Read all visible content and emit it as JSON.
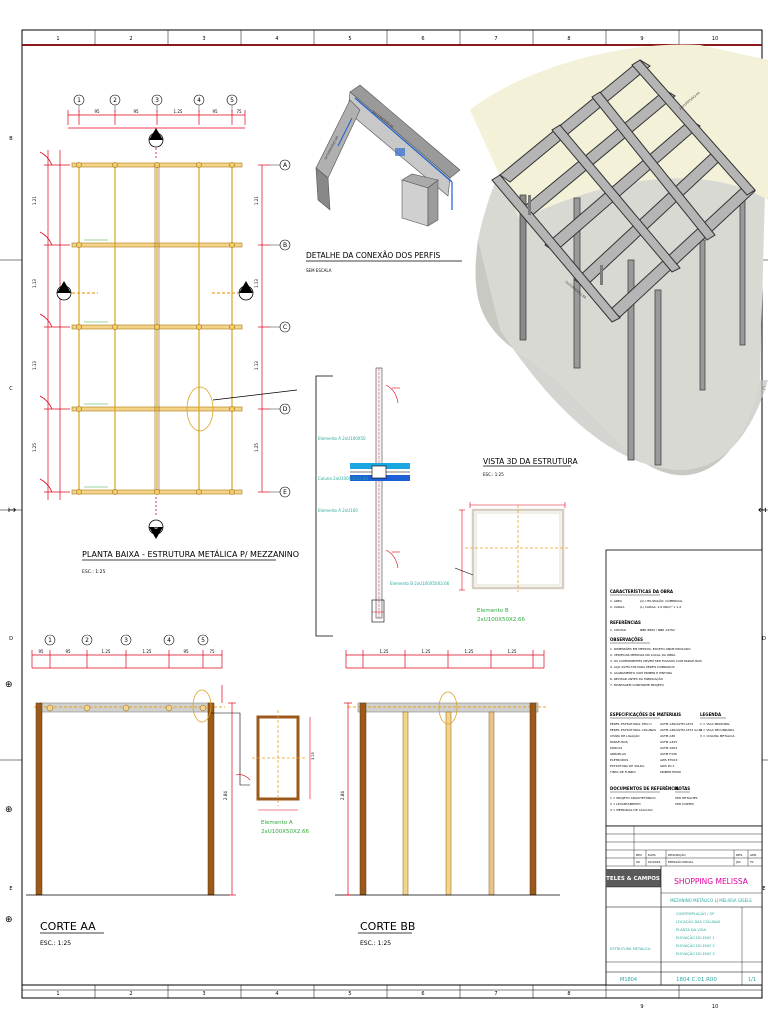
{
  "border_numbers_top": [
    "1",
    "2",
    "3",
    "4",
    "5",
    "6",
    "7",
    "8",
    "9",
    "10"
  ],
  "border_numbers_bottom": [
    "1",
    "2",
    "3",
    "4",
    "5",
    "6",
    "7",
    "8",
    "9",
    "10"
  ],
  "border_letters_side": [
    "B",
    "C",
    "D",
    "E"
  ],
  "plan": {
    "title": "PLANTA BAIXA - ESTRUTURA METÁLICA P/ MEZZANINO",
    "scale": "ESC.: 1:25",
    "column_labels": [
      "1",
      "2",
      "3",
      "4",
      "5"
    ],
    "row_labels": [
      "A",
      "B",
      "C",
      "D",
      "E"
    ],
    "span_labels": [
      "95",
      "95",
      "1.25",
      "95",
      "75"
    ],
    "side_labels": [
      "1.21",
      "1.13",
      "1.13",
      "1.25"
    ],
    "section_mark": "B",
    "cut_mark": "A"
  },
  "detail": {
    "title": "DETALHE DA CONEXÃO DOS PERFIS",
    "scale": "SEM ESCALA",
    "beam_a_label": "2xU100X50X2.66",
    "beam_b_label": "2xU100X50X2.66"
  },
  "view3d": {
    "title": "VISTA 3D DA ESTRUTURA",
    "scale": "ESC.: 1:25"
  },
  "joint_detail": {
    "label_top": "Elemento A 2xU100X50",
    "label_mid": "Coluna 2xU100X50X2.66",
    "label_bot": "Elemento A 2xU100",
    "label_right": "Elemento B 2xU100X50X2.66"
  },
  "beam_section": {
    "label": "Elemento B",
    "spec": "2xU100X50X2.66"
  },
  "section_aa": {
    "title": "CORTE AA",
    "scale": "ESC.: 1:25",
    "col_labels": [
      "1",
      "2",
      "3",
      "4",
      "5"
    ],
    "span_labels": [
      "95",
      "95",
      "1.25",
      "1.25",
      "95",
      "75"
    ],
    "height_label": "2.84",
    "inner_height": "3.25",
    "beam_label": "Elemento A",
    "beam_spec": "2xU100X50X2.66"
  },
  "section_bb": {
    "title": "CORTE BB",
    "scale": "ESC.: 1:25",
    "span_labels": [
      "1.25",
      "1.25",
      "1.25",
      "1.25"
    ],
    "height_label": "2.84"
  },
  "notes": {
    "heading1": "CARACTERÍSTICAS DA OBRA",
    "lines1": [
      "1. ÁREA",
      "2. CARGA"
    ],
    "values1": [
      "(A) UTILIZAÇÃO: COMERCIAL",
      "(L) CARGA: 1,0 KN/m² x 1.4"
    ],
    "heading2": "REFERÊNCIAS",
    "lines2": [
      "1. CÓDIGO",
      "NBR 8800 / NBR 14762"
    ],
    "heading3": "OBSERVAÇÕES",
    "obs": [
      "1. DIMENSÕES EM METROS, EXCETO ONDE INDICADO",
      "2. VERIFICAR MEDIDAS NO LOCAL DA OBRA",
      "3. OS COMPONENTES DEVEM SER FIXADOS COM PARAFUSOS",
      "4. AÇO ASTM A36 PARA PERFIS DOBRADOS",
      "5. ACABAMENTO COM PRIMER E PINTURA",
      "6. REVISAR ANTES DA FABRICAÇÃO",
      "7. MONTAGEM CONFORME PROJETO"
    ],
    "heading4": "ESPECIFICAÇÕES DE MATERIAIS",
    "spec_rows": [
      [
        "PERFIL ESTRUTURAL TIPO U",
        "ASTM A36/ASTM A572"
      ],
      [
        "PERFIL ESTRUTURAL COLUNAS",
        "ASTM A36/ASTM A572 Gr.50"
      ],
      [
        "CHAPA DE LIGAÇÃO",
        "ASTM A36"
      ],
      [
        "PARAFUSOS",
        "ASTM A325"
      ],
      [
        "PORCAS",
        "ASTM A563"
      ],
      [
        "ARRUELAS",
        "ASTM F436"
      ],
      [
        "ELETRODOS",
        "AWS E70XX"
      ],
      [
        "ESTRUTURA DE SOLDA",
        "AWS D1.1"
      ],
      [
        "TINTA DE FUNDO",
        "PRIMER EPÓXI"
      ]
    ],
    "heading5": "LEGENDA",
    "legend": [
      "1 = VIGA PRINCIPAL",
      "2 = VIGA SECUNDÁRIA",
      "3 = COLUNA METÁLICA"
    ],
    "heading6": "DOCUMENTOS DE REFERÊNCIA",
    "docs": [
      "1 = PROJETO ARQUITETÔNICO",
      "2 = LEVANTAMENTO",
      "3 = MEMORIAL DE CÁLCULO"
    ],
    "heading7": "NOTAS",
    "notes7": [
      "VER DETALHES",
      "VER CORTES"
    ]
  },
  "titleblock": {
    "company": "TELES & CAMPOS",
    "project": "SHOPPING MELISSA",
    "subtitle": "MEZANINO METÁLICO LJ MELISSA GISELE",
    "discipline": "ESTRUTURA METÁLICA",
    "sheet_items": [
      "CONTEMPLAÇÃO / OP",
      "LOCAÇÃO DAS COLUNAS",
      "PLANTA DA VIGA",
      "ELEVAÇÃO DO EIXO 1",
      "ELEVAÇÃO DO EIXO 2",
      "ELEVAÇÃO DO EIXO 3"
    ],
    "code_left": "M1804",
    "drawing_number": "1804.C.01.R00",
    "sheet": "1/1",
    "rev_header": [
      "REV",
      "DATA",
      "DESCRIÇÃO",
      "DES.",
      "APR."
    ],
    "rev_row": [
      "00",
      "02/2024",
      "EMISSÃO INICIAL",
      "JSC",
      "TC"
    ]
  },
  "colors": {
    "frame": "#8b1a1a",
    "dim": "#e0001a",
    "beam": "#d9a520",
    "beam_dark": "#8b5a14",
    "teal": "#2aa8a0",
    "green": "#2eaa3c",
    "cyan": "#1aa6e0",
    "blue": "#1c5fd6"
  }
}
